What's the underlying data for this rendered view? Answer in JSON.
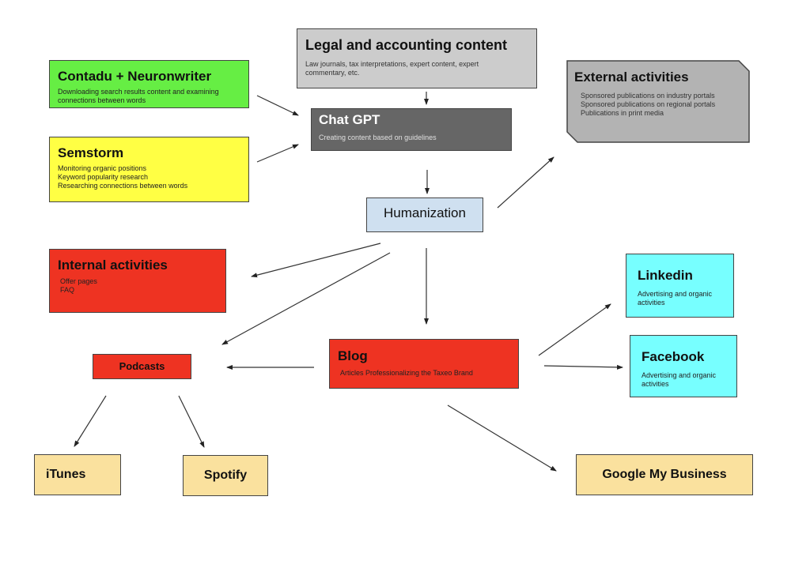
{
  "diagram": {
    "nodes": {
      "legal": {
        "title": "Legal and accounting content",
        "desc": "Law journals, tax interpretations, expert content, expert\ncommentary, etc.",
        "color": "#cccccc"
      },
      "chatgpt": {
        "title": "Chat GPT",
        "desc": "Creating content based on guidelines",
        "color": "#666666"
      },
      "contadu": {
        "title": "Contadu + Neuronwriter",
        "desc": "Downloading search results content and examining\nconnections between words",
        "color": "#66ee44"
      },
      "semstorm": {
        "title": "Semstorm",
        "desc": "Monitoring organic positions\nKeyword popularity research\nResearching connections between words",
        "color": "#ffff44"
      },
      "external": {
        "title": "External activities",
        "desc": "Sponsored publications on industry portals\nSponsored publications on regional portals\nPublications in print media",
        "color": "#b3b3b3"
      },
      "humanization": {
        "title": "Humanization",
        "color": "#cfe0f0"
      },
      "internal": {
        "title": "Internal activities",
        "desc": "Offer pages\nFAQ",
        "color": "#ee3322"
      },
      "blog": {
        "title": "Blog",
        "desc": "Articles Professionalizing the Taxeo Brand",
        "color": "#ee3322"
      },
      "podcasts": {
        "title": "Podcasts",
        "color": "#ee3322"
      },
      "linkedin": {
        "title": "Linkedin",
        "desc": "Advertising and organic\nactivities",
        "color": "#77ffff"
      },
      "facebook": {
        "title": "Facebook",
        "desc": "Advertising and organic\nactivities",
        "color": "#77ffff"
      },
      "itunes": {
        "title": "iTunes",
        "color": "#fae19e"
      },
      "spotify": {
        "title": "Spotify",
        "color": "#fae19e"
      },
      "gmb": {
        "title": "Google My Business",
        "color": "#fae19e"
      }
    },
    "edges": [
      {
        "from": "legal",
        "to": "chatgpt"
      },
      {
        "from": "contadu",
        "to": "chatgpt"
      },
      {
        "from": "semstorm",
        "to": "chatgpt"
      },
      {
        "from": "chatgpt",
        "to": "humanization"
      },
      {
        "from": "humanization",
        "to": "external"
      },
      {
        "from": "humanization",
        "to": "internal"
      },
      {
        "from": "humanization",
        "to": "podcasts"
      },
      {
        "from": "humanization",
        "to": "blog"
      },
      {
        "from": "blog",
        "to": "podcasts"
      },
      {
        "from": "blog",
        "to": "linkedin"
      },
      {
        "from": "blog",
        "to": "facebook"
      },
      {
        "from": "blog",
        "to": "gmb"
      },
      {
        "from": "podcasts",
        "to": "itunes"
      },
      {
        "from": "podcasts",
        "to": "spotify"
      }
    ]
  }
}
